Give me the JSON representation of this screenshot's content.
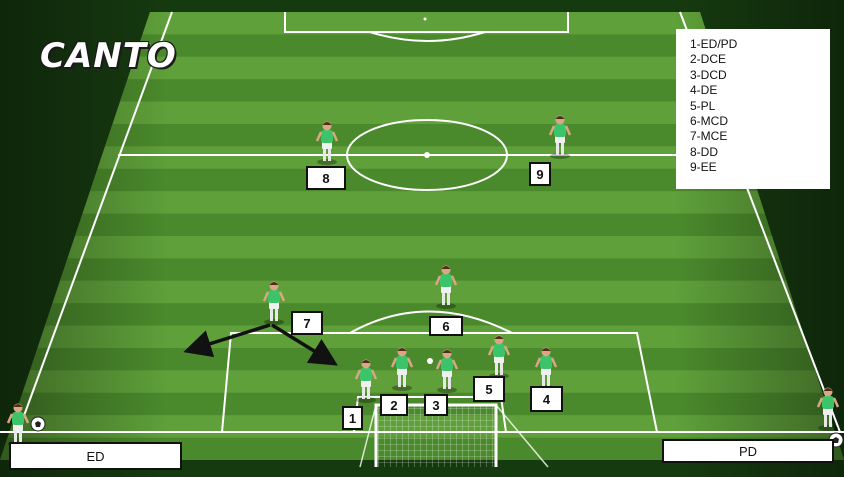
{
  "title": "CANTO",
  "legend": [
    "1-ED/PD",
    "2-DCE",
    "3-DCD",
    "4-DE",
    "5-PL",
    "6-MCD",
    "7-MCE",
    "8-DD",
    "9-EE"
  ],
  "markers": [
    "8",
    "9",
    "7",
    "6",
    "1",
    "2",
    "3",
    "5",
    "4"
  ],
  "sides": {
    "left": "ED",
    "right": "PD"
  },
  "colors": {
    "grass_light": "#5fa03a",
    "grass_dark": "#4b8a2c",
    "line": "#ffffff",
    "shirt": "#3cc46a",
    "shorts": "#f0f0f0"
  }
}
